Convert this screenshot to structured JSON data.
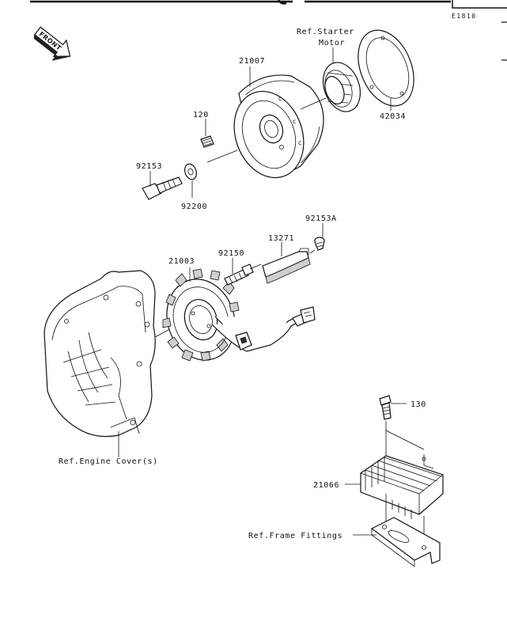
{
  "diagram": {
    "code": "E1810",
    "front_badge": "FRONT",
    "labels": {
      "p21007": "21007",
      "ref_starter_1": "Ref.Starter",
      "ref_starter_2": "Motor",
      "p42034": "42034",
      "p120": "120",
      "p92153": "92153",
      "p92200": "92200",
      "p92153a": "92153A",
      "p13271": "13271",
      "p92150": "92150",
      "p21003": "21003",
      "ref_engine_cover": "Ref.Engine Cover(s)",
      "p130": "130",
      "p21066": "21066",
      "ref_frame": "Ref.Frame Fittings"
    }
  }
}
